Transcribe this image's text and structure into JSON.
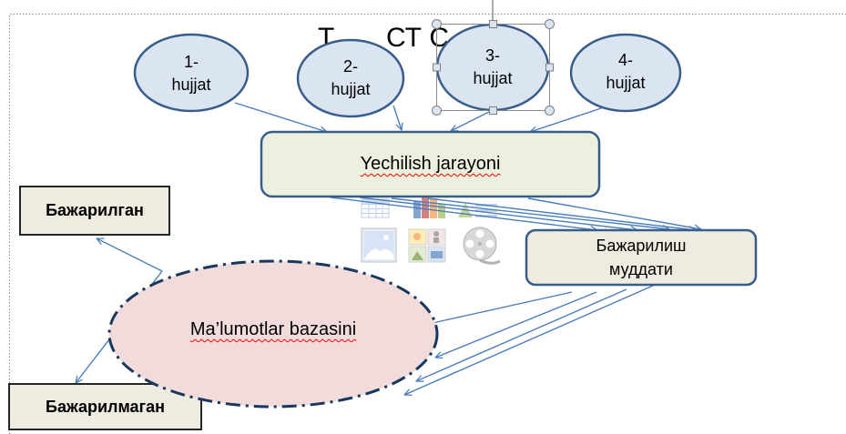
{
  "slide": {
    "title_fragments": [
      "Т",
      "СТ С"
    ]
  },
  "documents": [
    {
      "number": "1-",
      "label": "hujjat"
    },
    {
      "number": "2-",
      "label": "hujjat"
    },
    {
      "number": "3-",
      "label": "hujjat"
    },
    {
      "number": "4-",
      "label": "hujjat"
    }
  ],
  "process": {
    "label": "Yechilish jarayoni"
  },
  "deadline": {
    "lines": [
      "Бажарилиш",
      "муддати"
    ]
  },
  "database": {
    "label": "Ma’lumotlar bazasini"
  },
  "status_boxes": {
    "done": "Бажарилган",
    "not_done": "Бажарилмаган"
  },
  "placeholder_icons": [
    "table-icon",
    "chart-icon",
    "smartart-icon",
    "picture-icon",
    "clip-art-icon",
    "media-icon"
  ],
  "colors": {
    "document_fill": "#dbe5f1",
    "shape_outline": "#385d8a",
    "process_fill": "#ebf1de",
    "label_box_fill": "#eeece1",
    "label_box_outline": "#262626",
    "database_fill": "#f2dcdb",
    "database_outline": "#17375e",
    "connector": "#4a7ebb",
    "spellcheck": "#ff0000"
  }
}
